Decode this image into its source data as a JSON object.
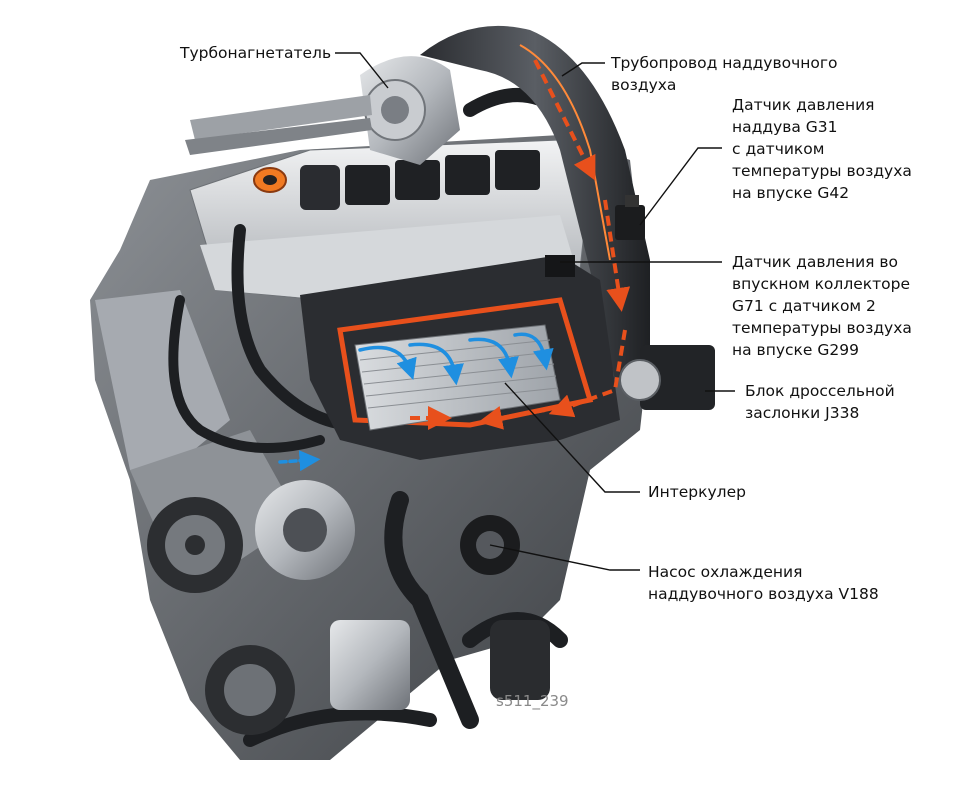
{
  "figure_id": "s511_239",
  "colors": {
    "charge_air_flow": "#e8501c",
    "coolant_flow": "#1f8fe0",
    "leader_line": "#111111",
    "engine_metal": "#b9bcc0",
    "engine_dark": "#1d1f22"
  },
  "callouts": [
    {
      "id": "turbocharger",
      "lines": [
        "Турбонагнетатель"
      ]
    },
    {
      "id": "charge-air-pipe",
      "lines": [
        "Трубопровод наддувочного",
        "воздуха"
      ]
    },
    {
      "id": "boost-sensor-g31",
      "lines": [
        "Датчик давления",
        "наддува G31",
        "с датчиком",
        "температуры воздуха",
        "на впуске G42"
      ]
    },
    {
      "id": "intake-manifold-sensor-g71",
      "lines": [
        "Датчик давления во",
        "впускном коллекторе",
        "G71 с датчиком 2",
        "температуры воздуха",
        "на впуске G299"
      ]
    },
    {
      "id": "throttle-j338",
      "lines": [
        "Блок дроссельной",
        "заслонки J338"
      ]
    },
    {
      "id": "intercooler",
      "lines": [
        "Интеркулер"
      ]
    },
    {
      "id": "coolant-pump-v188",
      "lines": [
        "Насос охлаждения",
        "наддувочного воздуха V188"
      ]
    }
  ]
}
